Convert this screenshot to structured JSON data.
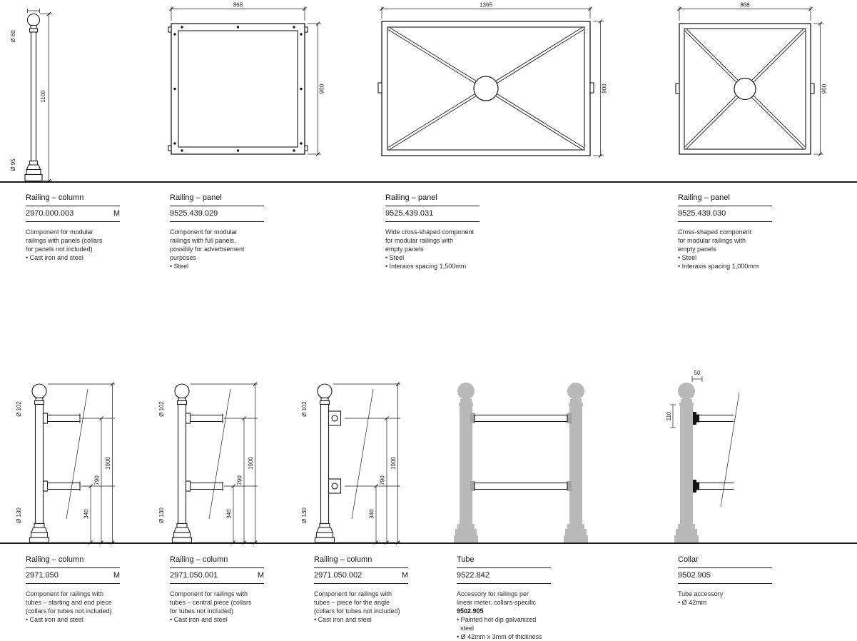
{
  "page": {
    "background": "#ffffff",
    "ink": "#1a1a1a",
    "silhouette_gray": "#b9b9b9"
  },
  "top": {
    "drawings": [
      {
        "label": "railing-column",
        "dia_top": "Ø 60",
        "height": "1100",
        "dia_base": "Ø 95"
      },
      {
        "label": "railing-panel-full",
        "width": "868",
        "height": "900"
      },
      {
        "label": "railing-panel-wide-cross",
        "width": "1365",
        "height": "900"
      },
      {
        "label": "railing-panel-cross",
        "width": "868",
        "height": "900"
      }
    ],
    "items": [
      {
        "title": "Railing – column",
        "code": "2970.000.003",
        "tag": "M",
        "desc": "Component for modular\nrailings with panels (collars\nfor panels not included)\n• Cast iron and steel"
      },
      {
        "title": "Railing – panel",
        "code": "9525.439.029",
        "tag": "",
        "desc": "Component for modular\nrailings with full panels,\npossibly for advertisement\npurposes\n• Steel"
      },
      {
        "title": "Railing – panel",
        "code": "9525.439.031",
        "tag": "",
        "desc": "Wide cross-shaped component\nfor modular railings with\nempty panels\n• Steel\n• Interaxis spacing 1,500mm"
      },
      {
        "title": "Railing – panel",
        "code": "9525.439.030",
        "tag": "",
        "desc": "Cross-shaped component\nfor modular railings with\nempty panels\n• Steel\n• Interaxis spacing 1,000mm"
      }
    ]
  },
  "bottom": {
    "drawings": [
      {
        "label": "railing-column-start-end",
        "dia_top": "Ø 102",
        "dia_base": "Ø 130",
        "d340": "340",
        "d790": "790",
        "d1000": "1000"
      },
      {
        "label": "railing-column-central",
        "dia_top": "Ø 102",
        "dia_base": "Ø 130",
        "d340": "340",
        "d790": "790",
        "d1000": "1000"
      },
      {
        "label": "railing-column-angle",
        "dia_top": "Ø 102",
        "dia_base": "Ø 130",
        "d340": "340",
        "d790": "790",
        "d1000": "1000"
      },
      {
        "label": "tube-between-posts"
      },
      {
        "label": "collar-on-post",
        "d50": "50",
        "d110": "110"
      }
    ],
    "items": [
      {
        "title": "Railing – column",
        "code": "2971.050",
        "tag": "M",
        "desc": "Component for railings with\ntubes – starting and end piece\n(collars for tubes not included)\n• Cast iron and steel"
      },
      {
        "title": "Railing – column",
        "code": "2971.050.001",
        "tag": "M",
        "desc": "Component for railings with\ntubes – central piece (collars\nfor tubes not included)\n• Cast iron and steel"
      },
      {
        "title": "Railing – column",
        "code": "2971.050.002",
        "tag": "M",
        "desc": "Component for railings with\ntubes – piece for the angle\n(collars for tubes not included)\n• Cast iron and steel"
      },
      {
        "title": "Tube",
        "code": "9522.842",
        "tag": "",
        "desc_1": "Accessory for railings per\nlinear meter, collars-specific\n",
        "desc_code": "9502.905",
        "desc_2": "\n• Painted hot dip galvanized\n  steel\n• Ø 42mm x 3mm of thickness"
      },
      {
        "title": "Collar",
        "code": "9502.905",
        "tag": "",
        "desc": "Tube accessory\n• Ø 42mm"
      }
    ]
  }
}
